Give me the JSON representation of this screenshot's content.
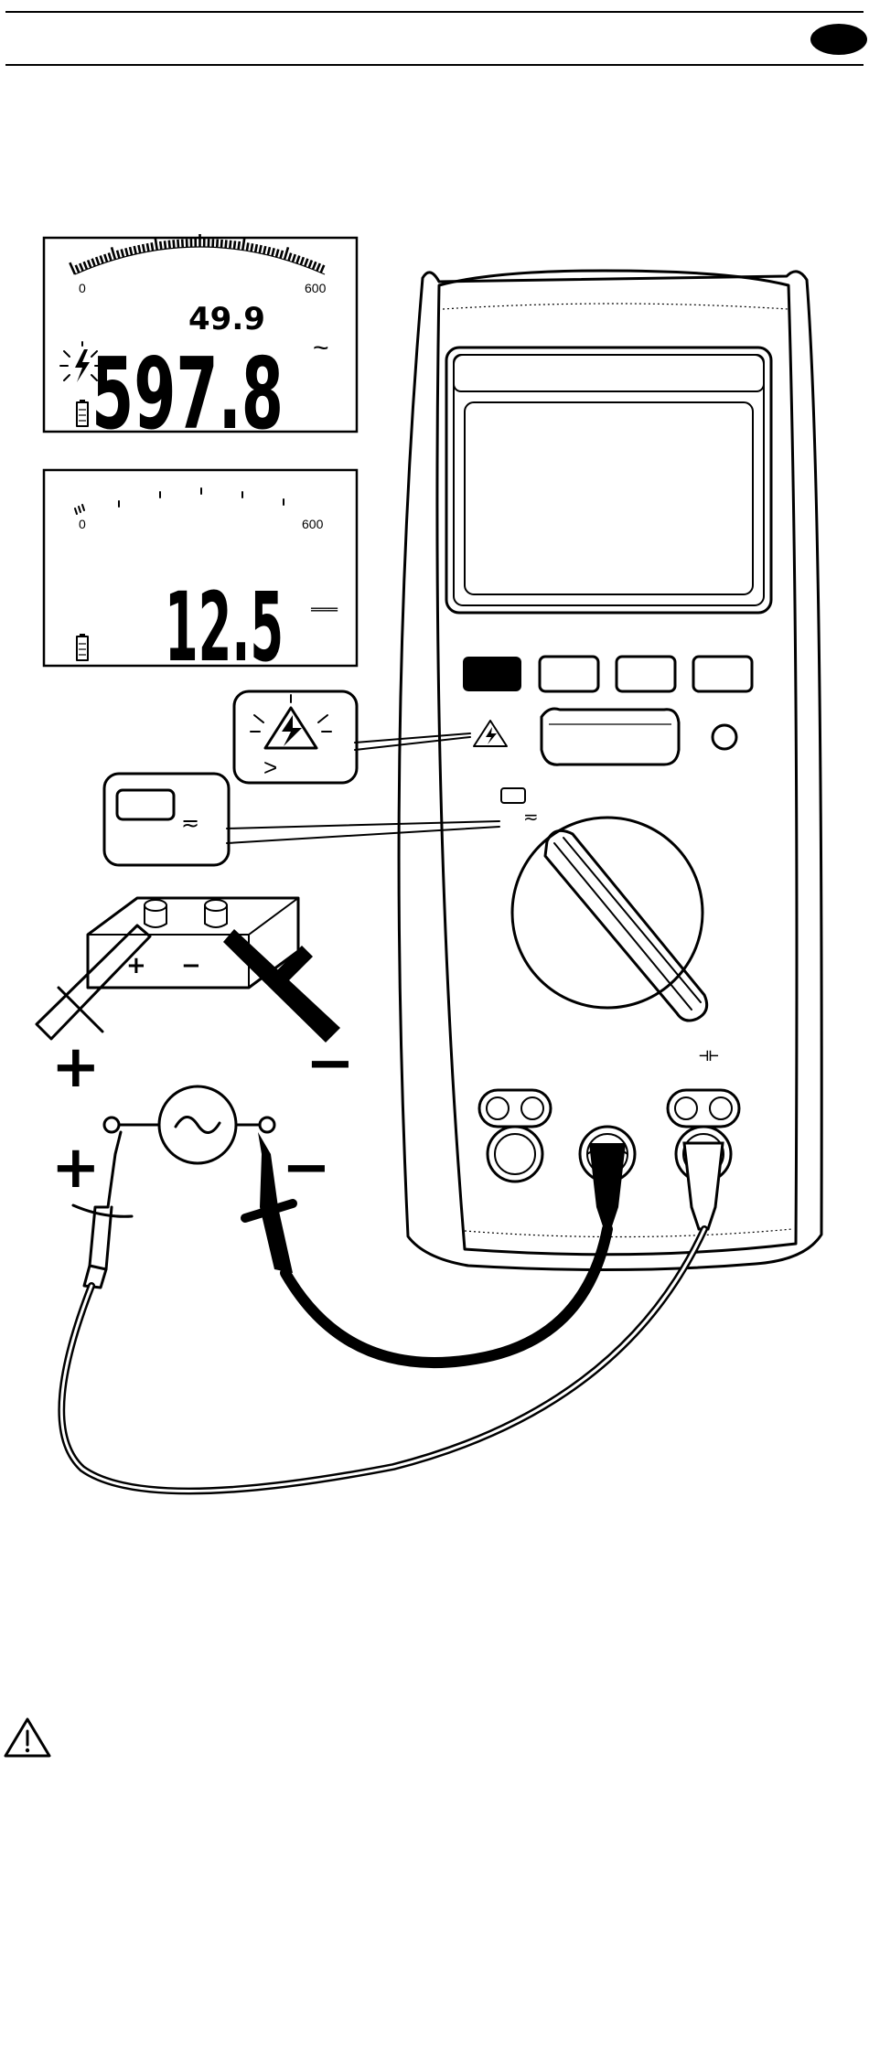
{
  "page": {
    "header_badge_color": "#000000",
    "ink_color": "#000000",
    "paper_color": "#ffffff"
  },
  "display_ac": {
    "main_reading": "597.8",
    "secondary_reading": "49.9",
    "scale_start": "0",
    "scale_end": "600",
    "mode_symbol": "~",
    "icons": [
      "lightning-warning-icon",
      "battery-icon"
    ]
  },
  "display_dc": {
    "main_reading": "12.5",
    "scale_start": "0",
    "scale_end": "600",
    "mode_symbol": "═══",
    "icons": [
      "battery-icon"
    ]
  },
  "callouts": {
    "hazard": {
      "symbol": ">",
      "icon": "high-voltage-warning-icon"
    },
    "mode": {
      "symbol": "≂",
      "icon": "ac-dc-volt-icon"
    }
  },
  "polarity": {
    "plus": "+",
    "minus": "−",
    "battery_plus": "+",
    "battery_minus": "−"
  },
  "meter": {
    "capacitance_symbol": "⊣⊢",
    "icons": [
      "rotary-dial-icon",
      "softkey-icon",
      "terminal-jack-icon"
    ]
  },
  "footer": {
    "icon": "caution-triangle-icon"
  }
}
